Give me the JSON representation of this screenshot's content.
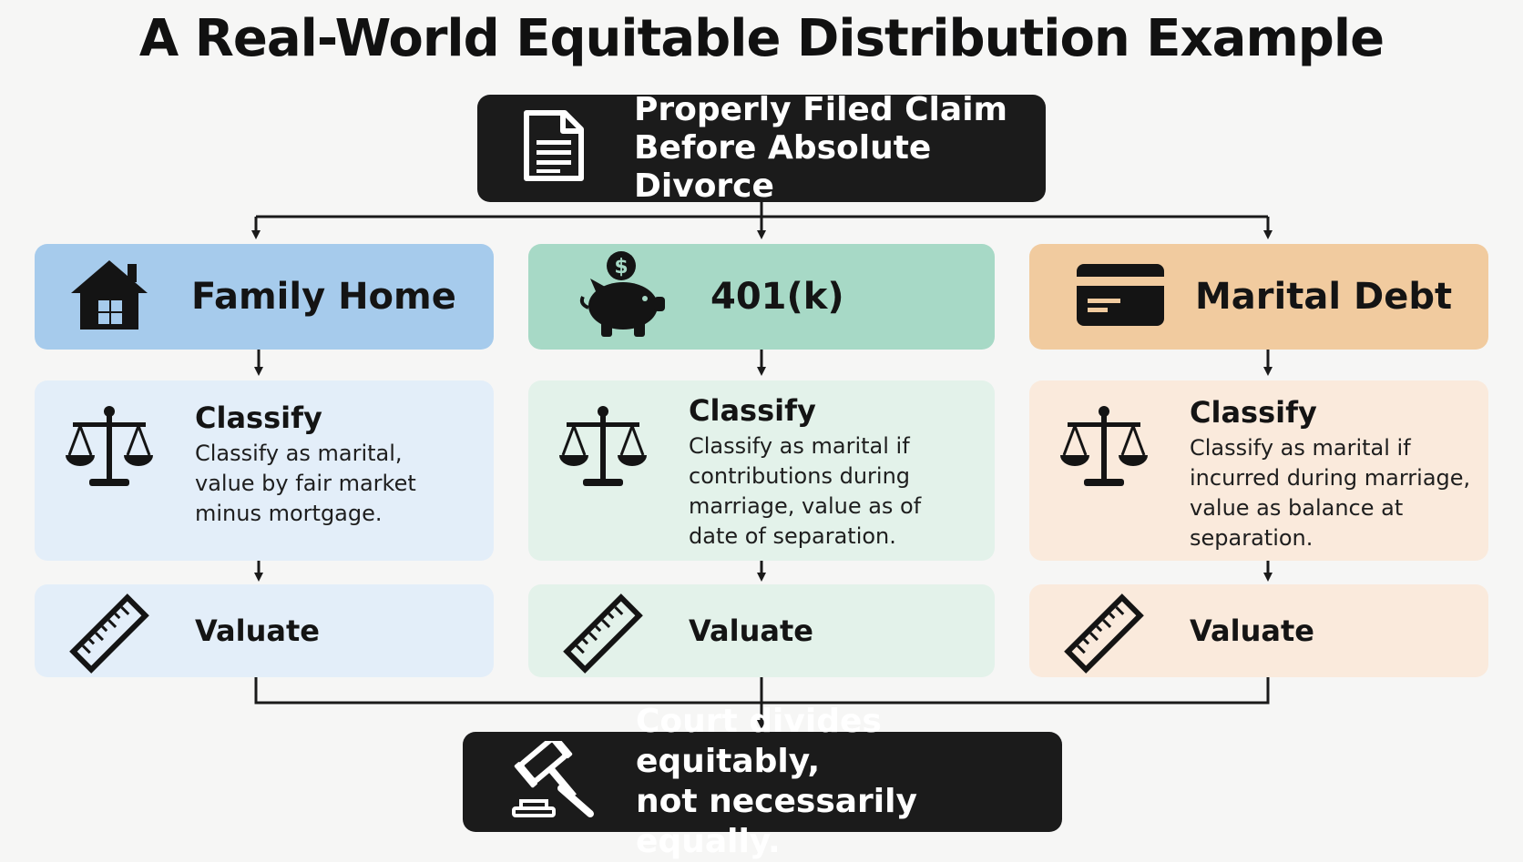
{
  "title": "A Real-World Equitable Distribution Example",
  "top_box": {
    "icon": "document-icon",
    "text": "Properly Filed Claim\nBefore Absolute Divorce"
  },
  "columns": [
    {
      "header": "Family Home",
      "header_icon": "house-icon",
      "classify_heading": "Classify",
      "classify_icon": "scales-icon",
      "classify_text": "Classify as marital,\nvalue by fair market\nminus mortgage.",
      "valuate_label": "Valuate",
      "valuate_icon": "ruler-icon"
    },
    {
      "header": "401(k)",
      "header_icon": "piggy-bank-icon",
      "classify_heading": "Classify",
      "classify_icon": "scales-icon",
      "classify_text": "Classify as marital if\ncontributions during\nmarriage, value as of\ndate of separation.",
      "valuate_label": "Valuate",
      "valuate_icon": "ruler-icon"
    },
    {
      "header": "Marital Debt",
      "header_icon": "credit-card-icon",
      "classify_heading": "Classify",
      "classify_icon": "scales-icon",
      "classify_text": "Classify as marital if\nincurred during marriage,\nvalue as balance at\nseparation.",
      "valuate_label": "Valuate",
      "valuate_icon": "ruler-icon"
    }
  ],
  "bottom_box": {
    "icon": "gavel-icon",
    "text": "Court divides equitably,\nnot necessarily equally."
  },
  "colors": {
    "dark_box": "#1b1b1b",
    "home_header": "#a6cbec",
    "home_light": "#e3eef9",
    "k401_header": "#a7d9c6",
    "k401_light": "#e3f2ea",
    "debt_header": "#f1cb9f",
    "debt_light": "#faeadc"
  }
}
